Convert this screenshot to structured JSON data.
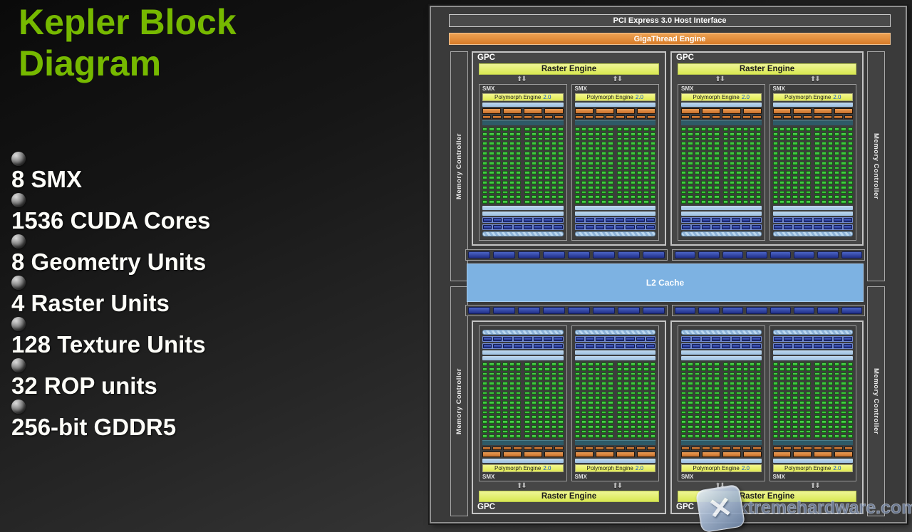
{
  "slide": {
    "title_line1": "Kepler Block",
    "title_line2": "Diagram",
    "bullets": [
      "8 SMX",
      "1536 CUDA Cores",
      "8 Geometry Units",
      "4 Raster Units",
      "128 Texture Units",
      "32 ROP units",
      "256-bit GDDR5"
    ]
  },
  "diagram": {
    "pci_label": "PCI Express 3.0 Host Interface",
    "gigathread_label": "GigaThread Engine",
    "memory_controller_label": "Memory Controller",
    "memory_controller_count": 4,
    "l2_label": "L2 Cache",
    "gpc_label": "GPC",
    "gpc_count": 4,
    "smx_label": "SMX",
    "smx_per_gpc": 2,
    "raster_label": "Raster Engine",
    "polymorph_label": "Polymorph Engine",
    "polymorph_version": "2.0",
    "core_grid": {
      "columns": 12,
      "rows": 16,
      "split_after": 6,
      "cores_per_smx": 192
    },
    "rop_rows": {
      "rows": 2,
      "groups_per_row": 2,
      "segments_per_group": 8
    },
    "smx_top_sub_blocks": [
      "light-blue-bar",
      "orange-segments-4",
      "orange-segments-8",
      "teal-bar"
    ],
    "smx_bottom_sub_blocks": [
      "light-blue-bar",
      "light-blue-bar",
      "blue-segments-8",
      "blue-segments-8",
      "hatched-blue-bar"
    ]
  },
  "icons": {
    "up_arrow": "⬆",
    "down_arrow": "⬇",
    "watermark_x": "✕"
  },
  "watermark": {
    "text": "xtremehardware.com"
  },
  "colors": {
    "nvidia_green": "#76b900",
    "gigathread_orange": "#e0893c",
    "engine_yellow": "#e9f16c",
    "core_green": "#3cc43c",
    "light_blue": "#a6c8e6",
    "l2_blue": "#7db2e2",
    "rop_navy": "#2b3a96",
    "teal_bar": "#2e5a67",
    "orange_block": "#d8813a",
    "panel_gray": "#3a3a3a"
  }
}
